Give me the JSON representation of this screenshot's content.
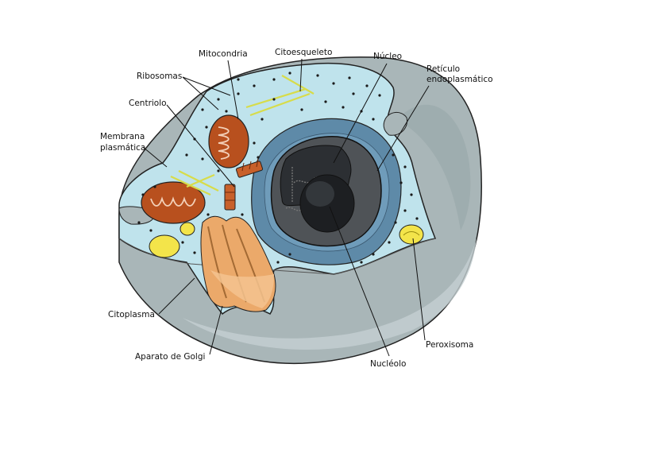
{
  "labels": {
    "mitocondria": "Mitocondria",
    "citoesqueleto": "Citoesqueleto",
    "nucleo": "Núcleo",
    "reticulo_line1": "Retículo",
    "reticulo_line2": "endoplasmático",
    "ribosomas": "Ribosomas",
    "centriolo": "Centriolo",
    "membrana_line1": "Membrana",
    "membrana_line2": "plasmática",
    "citoplasma": "Citoplasma",
    "aparato_golgi": "Aparato de Golgi",
    "nucleolo": "Nucléolo",
    "peroxisoma": "Peroxisoma"
  },
  "colors": {
    "cell_outer": "#a9b6b8",
    "cytoplasm": "#bfe3ec",
    "nucleus_dark": "#5a5d62",
    "er_blue": "#5e8aa8",
    "mitochondria": "#b8501e",
    "golgi": "#eba96a",
    "peroxisome": "#f3e44a",
    "cytoskeleton": "#d7dc4a"
  }
}
